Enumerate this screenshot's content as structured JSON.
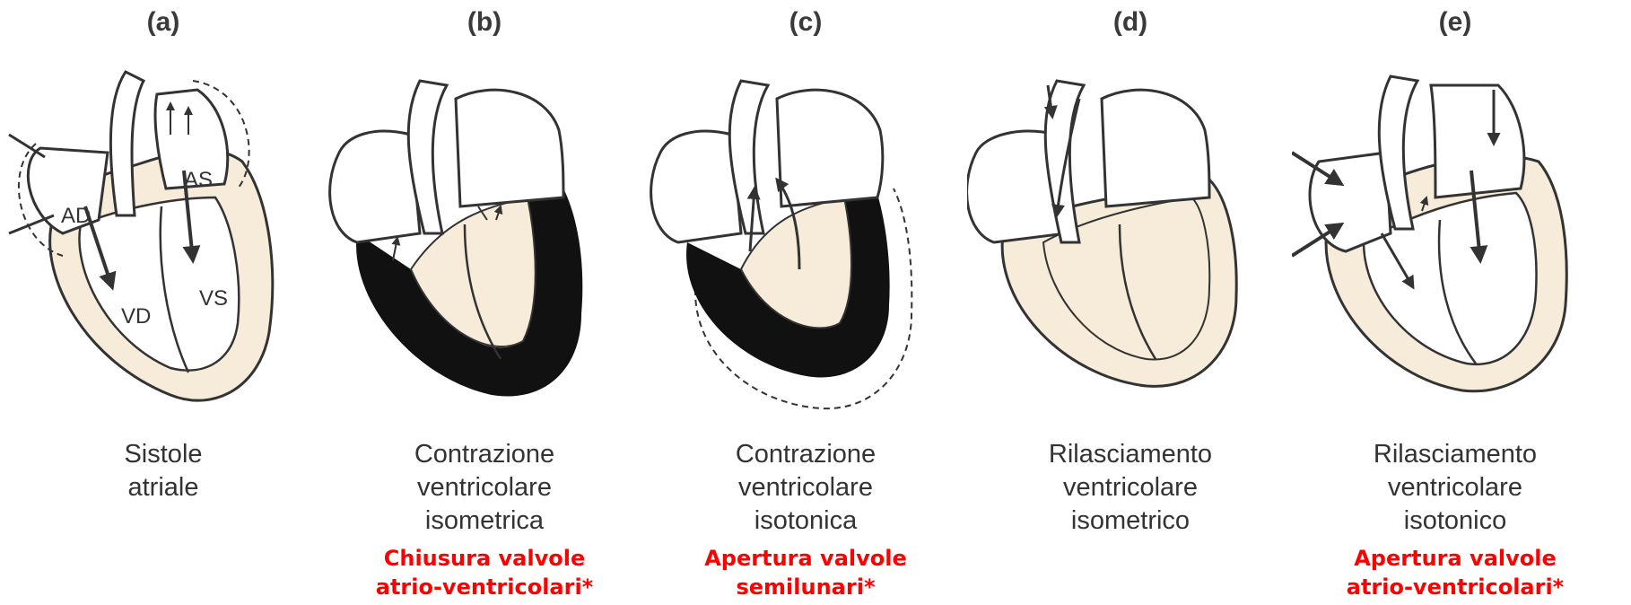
{
  "panels": [
    {
      "letter": "(a)",
      "caption": [
        "Sistole",
        "atriale"
      ],
      "note": [],
      "labels": {
        "ad": "AD",
        "as": "AS",
        "vd": "VD",
        "vs": "VS"
      }
    },
    {
      "letter": "(b)",
      "caption": [
        "Contrazione",
        "ventricolare",
        "isometrica"
      ],
      "note": [
        "Chiusura valvole",
        "atrio-ventricolari*"
      ]
    },
    {
      "letter": "(c)",
      "caption": [
        "Contrazione",
        "ventricolare",
        "isotonica"
      ],
      "note": [
        "Apertura valvole",
        "semilunari*"
      ]
    },
    {
      "letter": "(d)",
      "caption": [
        "Rilasciamento",
        "ventricolare",
        "isometrico"
      ],
      "note": []
    },
    {
      "letter": "(e)",
      "caption": [
        "Rilasciamento",
        "ventricolare",
        "isotonico"
      ],
      "note": [
        "Apertura valvole",
        "atrio-ventricolari*"
      ]
    }
  ],
  "colors": {
    "tissue": "#f6ecd9",
    "outline": "#333333",
    "contracted": "#111111",
    "note": "#ff0000"
  }
}
